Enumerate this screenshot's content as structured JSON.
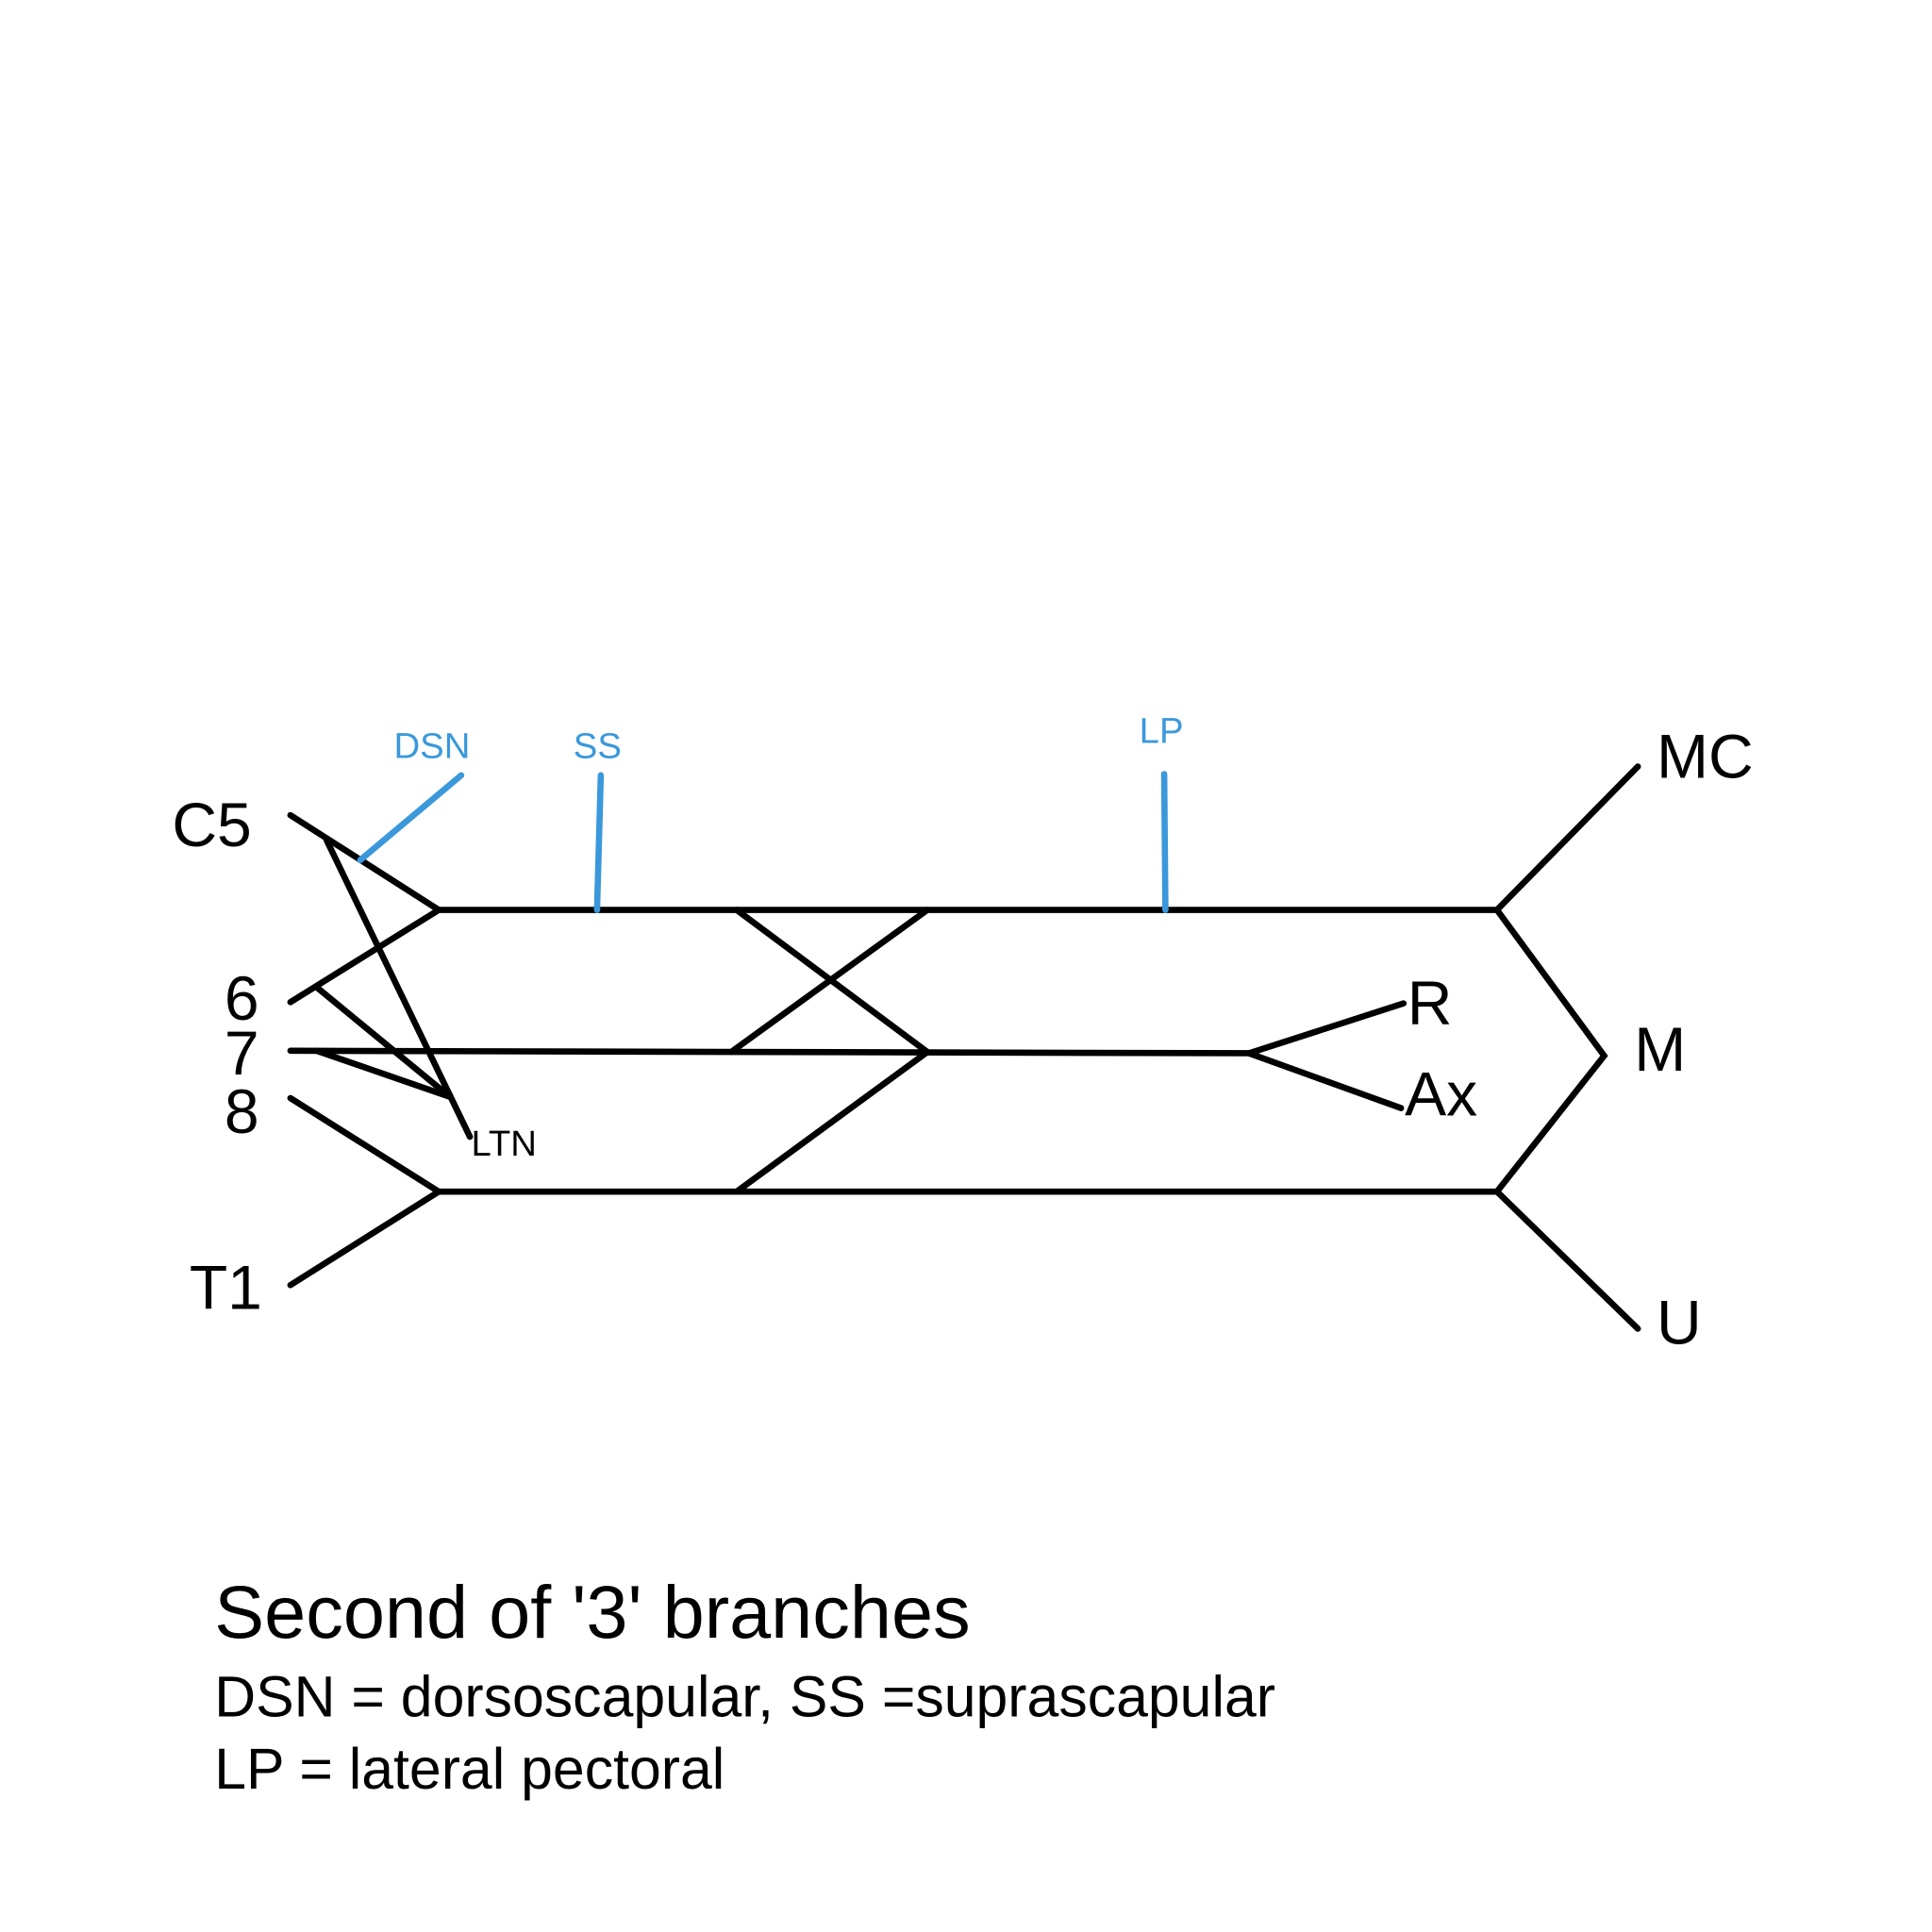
{
  "roots": {
    "c5": "C5",
    "c6": "6",
    "c7": "7",
    "c8": "8",
    "t1": "T1"
  },
  "terminals": {
    "mc": "MC",
    "m": "M",
    "u": "U",
    "r": "R",
    "ax": "Ax"
  },
  "branches": {
    "dsn": "DSN",
    "ss": "SS",
    "lp": "LP",
    "ltn": "LTN"
  },
  "caption": {
    "title": "Second of '3' branches",
    "line1": "DSN = dorsoscapular, SS =suprascapular",
    "line2": "LP = lateral pectoral"
  },
  "colors": {
    "nerve": "#000000",
    "highlight_branch": "#3a98db"
  }
}
